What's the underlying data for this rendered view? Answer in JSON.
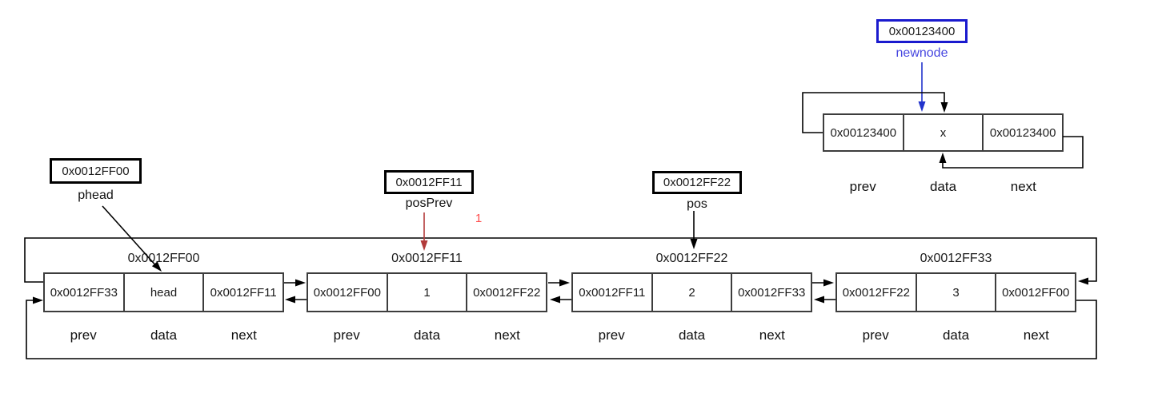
{
  "colors": {
    "pointer_blue": "#1a1ace",
    "label_blue": "#4646e0",
    "arrow_blue": "#2233cc",
    "arrow_red": "#b23a3a",
    "marker_red": "#ff4d4d",
    "line_black": "#000000",
    "node_border": "#3d3d3d"
  },
  "pointers": {
    "phead": {
      "value": "0x0012FF00",
      "label": "phead"
    },
    "posPrev": {
      "value": "0x0012FF11",
      "label": "posPrev"
    },
    "pos": {
      "value": "0x0012FF22",
      "label": "pos"
    },
    "newnode": {
      "value": "0x00123400",
      "label": "newnode"
    }
  },
  "annotations": {
    "step_marker": "1"
  },
  "field_labels": {
    "prev": "prev",
    "data": "data",
    "next": "next"
  },
  "newnode_node": {
    "prev": "0x00123400",
    "data": "x",
    "next": "0x00123400"
  },
  "list": {
    "nodes": [
      {
        "address": "0x0012FF00",
        "prev": "0x0012FF33",
        "data": "head",
        "next": "0x0012FF11"
      },
      {
        "address": "0x0012FF11",
        "prev": "0x0012FF00",
        "data": "1",
        "next": "0x0012FF22"
      },
      {
        "address": "0x0012FF22",
        "prev": "0x0012FF11",
        "data": "2",
        "next": "0x0012FF33"
      },
      {
        "address": "0x0012FF33",
        "prev": "0x0012FF22",
        "data": "3",
        "next": "0x0012FF00"
      }
    ]
  }
}
